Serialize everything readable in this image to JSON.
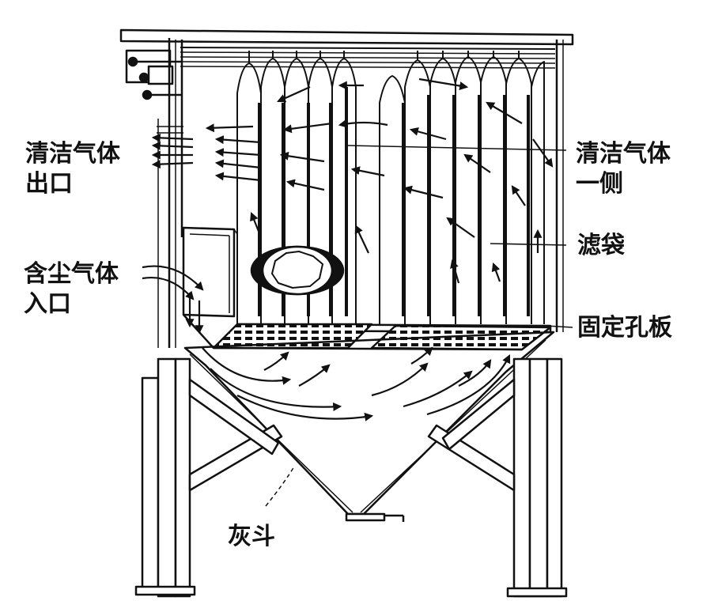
{
  "labels": {
    "clean_gas_outlet": [
      "清洁气体",
      "出口"
    ],
    "dusty_gas_inlet": [
      "含尘气体",
      "入口"
    ],
    "clean_gas_side": [
      "清洁气体",
      "一侧"
    ],
    "filter_bag": "滤袋",
    "tube_sheet": "固定孔板",
    "ash_hopper": "灰斗"
  },
  "colors": {
    "line": "#111111",
    "background": "#ffffff"
  }
}
